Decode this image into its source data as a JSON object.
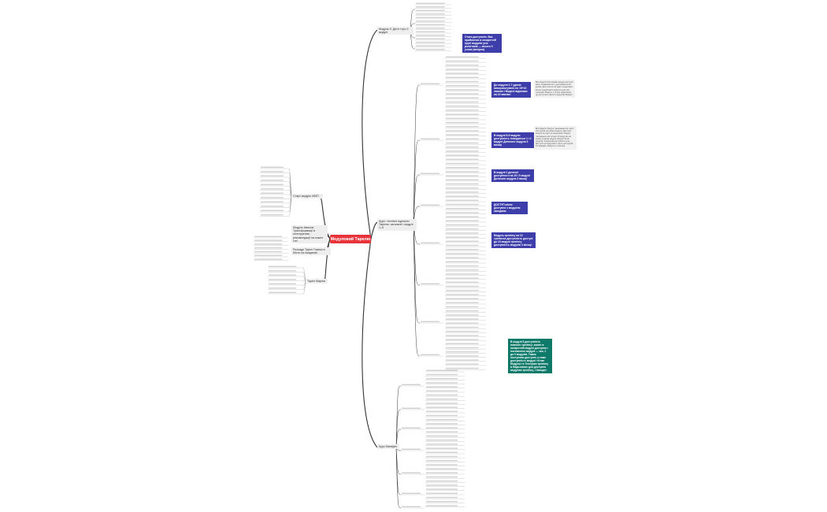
{
  "central": {
    "title": "Медуловий Тарелю"
  },
  "branches": {
    "b1": "Модуль 9. Дитя і про 2 модулі",
    "b2": "Курс і технічні журнали Тарелю: загальне і модулі 1–6",
    "b3": "Курс Маніфес",
    "left1": "Старт-модуль ММП",
    "left2": "Модуль Авахов: Трансформації в конструктиві, рекомендації на кожен тип",
    "left3": "Розлади Тарел Гнатюк в Місто на Академиї",
    "left4": "Тарел Маріна"
  },
  "callouts": {
    "c1": "Стати доступнim. Вас прийнятою в конкретній групі модулів усіх розчітиків — всього 3 учнях (вечірня)",
    "c2": "До модуля 1-7 уділяє викорисьтувати по 15+10 хвилин і Моделі відмовки на 10 хвилин",
    "c3": "В модулі 8-9 модуль доступність поводиться 1 і 2 модулі Дитячого модуля 3 місяці",
    "c4": "В модулі 1 дитячої доступності на 15 і 5 модулі Дитячого модуля 3 місяці",
    "c5": "ДОСТУП мінне доступно з модулем заходами",
    "c6": "Модуль тренінгу на 10 тренінгах доступність доступі до 15 модулі тренінгу доступність модулів 3 місяці",
    "c7": "В модулі 8 доступність кожного тренінгу: кожен в конкретній модулі доступна і поставлено модулі — ось 1 до 9 модулів. Також поступово доступні, а саме доступність модулі «Отже Модуль» в Телеграм тренінгу в Надісланих для доступно модулям тренінгу, і Заходи»"
  },
  "notes": {
    "n1": "Мої модулі: Мої вправи модулі доступні мені; ознайомитися з деталями на 10 курсів; Доступні на 10 днів з модулями; всього надісланих модулях для усіх тренерів; Модуль 1–3 для надісланих до доступних; Доступ модулям Моделі",
    "n2": "Мої модулі: Модулі тренування 10 і щоб усіх курсів на кожен модуль; Доступні модулі на курсі за модулями; Модулі тренування доступних 10 модулях на кожну позицію модулі; Модулі 10+5 модулів; Тренінгові доступності для; Доступи до модулям в трьох для курсів 10 Завдань; Модуль в 3 місяця"
  }
}
